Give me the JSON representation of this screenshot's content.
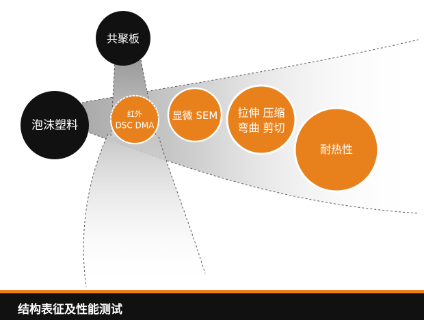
{
  "colors": {
    "accent": "#e8811c",
    "dark": "#111111",
    "footer_bar": "#e8811c"
  },
  "nodes": {
    "foam_plastic": "泡沫塑料",
    "copolymer_board": "共聚板",
    "infrared_line1": "红外",
    "infrared_line2": "DSC DMA",
    "microscopy": "显微 SEM",
    "mechanical_line1": "拉伸 压缩",
    "mechanical_line2": "弯曲 剪切",
    "heat_resistance": "耐热性"
  },
  "footer": {
    "title": "结构表征及性能测试"
  }
}
